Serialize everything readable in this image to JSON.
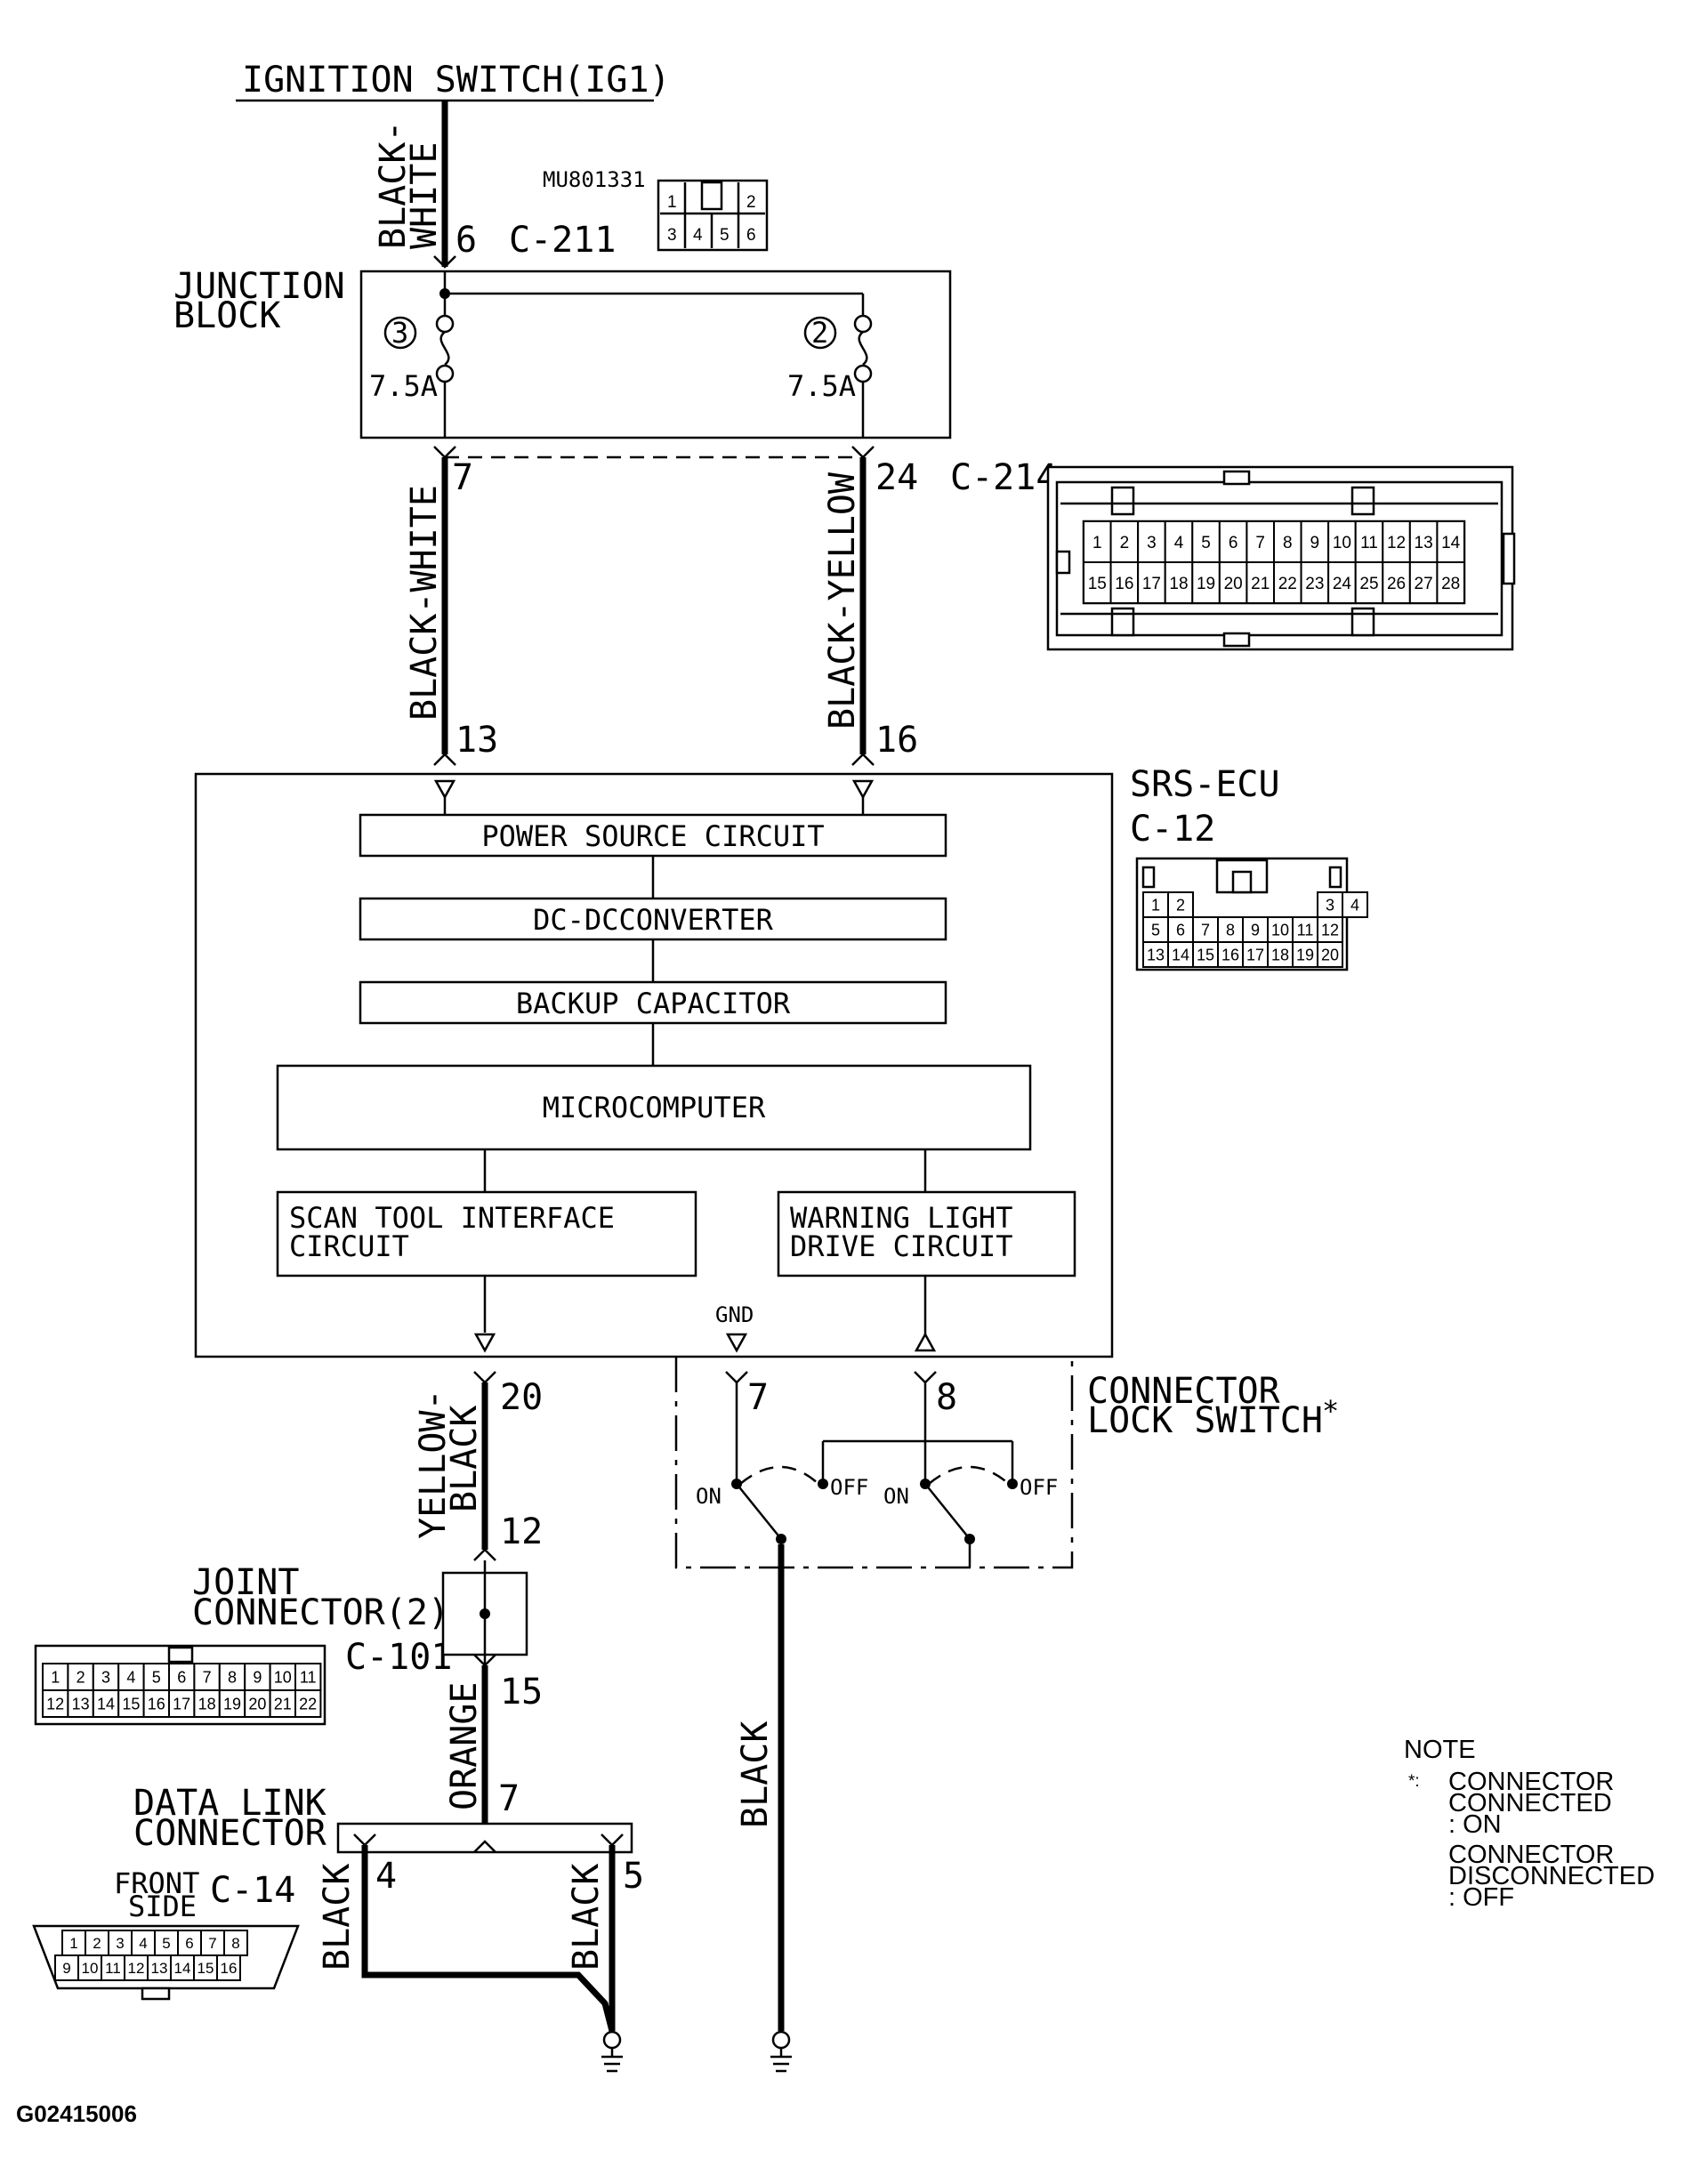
{
  "source": {
    "label": "IGNITION SWITCH(IG1)"
  },
  "connector_c211": {
    "id": "C-211",
    "part": "MU801331",
    "pin": "6",
    "pins_top": [
      "1",
      "",
      "2"
    ],
    "pins_bottom": [
      "3",
      "4",
      "5",
      "6"
    ]
  },
  "wire_top": {
    "color_line1": "BLACK-",
    "color_line2": "WHITE"
  },
  "junction_block": {
    "label_line1": "JUNCTION",
    "label_line2": "BLOCK",
    "fuse_left": {
      "number": "3",
      "rating": "7.5A"
    },
    "fuse_right": {
      "number": "2",
      "rating": "7.5A"
    }
  },
  "connector_c214": {
    "id": "C-214",
    "pin_left": "7",
    "pin_right": "24",
    "pins_row1": [
      "1",
      "2",
      "3",
      "4",
      "5",
      "6",
      "7",
      "8",
      "9",
      "10",
      "11",
      "12",
      "13",
      "14"
    ],
    "pins_row2": [
      "15",
      "16",
      "17",
      "18",
      "19",
      "20",
      "21",
      "22",
      "23",
      "24",
      "25",
      "26",
      "27",
      "28"
    ]
  },
  "wire_left": {
    "color": "BLACK-WHITE"
  },
  "wire_right": {
    "color": "BLACK-YELLOW"
  },
  "ecu": {
    "name": "SRS-ECU",
    "connector": "C-12",
    "pin_13": "13",
    "pin_16": "16",
    "power_source": "POWER SOURCE CIRCUIT",
    "dcdc": "DC-DCCONVERTER",
    "backup": "BACKUP CAPACITOR",
    "micro": "MICROCOMPUTER",
    "scan_line1": "SCAN TOOL INTERFACE",
    "scan_line2": "CIRCUIT",
    "warn_line1": "WARNING LIGHT",
    "warn_line2": "DRIVE CIRCUIT",
    "gnd": "GND",
    "pins_row1": [
      "1",
      "2",
      "",
      "",
      "",
      "",
      "",
      "3",
      "4"
    ],
    "pins_row2": [
      "5",
      "6",
      "7",
      "8",
      "9",
      "10",
      "11",
      "12"
    ],
    "pins_row3": [
      "13",
      "14",
      "15",
      "16",
      "17",
      "18",
      "19",
      "20"
    ]
  },
  "lock_switch": {
    "label_line1": "CONNECTOR",
    "label_line2": "LOCK SWITCH",
    "asterisk": "*",
    "pin_7": "7",
    "pin_8": "8",
    "on_label": "ON",
    "off_label": "OFF"
  },
  "wire_yellow": {
    "pin_top": "20",
    "color_line1": "YELLOW-",
    "color_line2": "BLACK",
    "pin_bottom": "12"
  },
  "joint_connector": {
    "label_line1": "JOINT",
    "label_line2": "CONNECTOR(2)",
    "id": "C-101",
    "pin_out": "15",
    "pins_row1": [
      "1",
      "2",
      "3",
      "4",
      "5",
      "6",
      "7",
      "8",
      "9",
      "10",
      "11"
    ],
    "pins_row2": [
      "12",
      "13",
      "14",
      "15",
      "16",
      "17",
      "18",
      "19",
      "20",
      "21",
      "22"
    ]
  },
  "wire_orange": {
    "color": "ORANGE",
    "pin": "7"
  },
  "dlc": {
    "label_line1": "DATA LINK",
    "label_line2": "CONNECTOR",
    "id": "C-14",
    "side_line1": "FRONT",
    "side_line2": "SIDE",
    "pin_4": "4",
    "pin_5": "5",
    "ground_color": "BLACK",
    "pins_row1": [
      "1",
      "2",
      "3",
      "4",
      "5",
      "6",
      "7",
      "8"
    ],
    "pins_row2": [
      "9",
      "10",
      "11",
      "12",
      "13",
      "14",
      "15",
      "16"
    ]
  },
  "ground_black": {
    "color": "BLACK"
  },
  "note": {
    "title": "NOTE",
    "mark": "*:",
    "line1": "CONNECTOR",
    "line2": "CONNECTED",
    "line3": ": ON",
    "line4": "CONNECTOR",
    "line5": "DISCONNECTED",
    "line6": ": OFF"
  },
  "figure_id": "G02415006"
}
